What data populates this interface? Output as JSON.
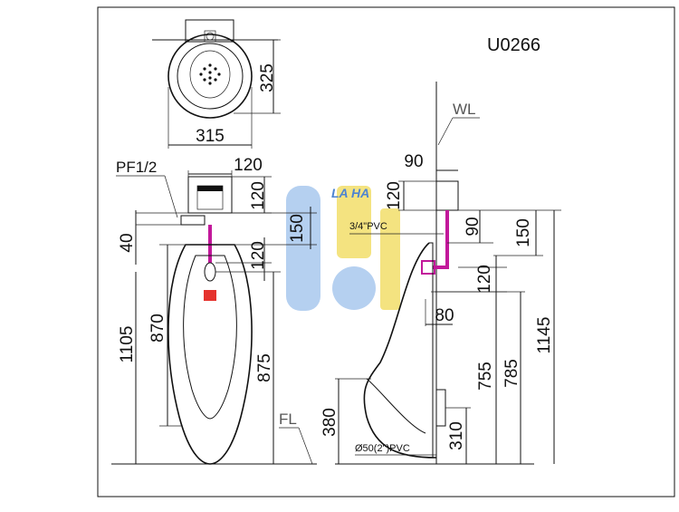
{
  "drawing": {
    "model": "U0266",
    "top_view": {
      "width": "315",
      "depth": "325"
    },
    "front_view": {
      "pipe_thread": "PF1/2",
      "top_width": "120",
      "valve_height": "120",
      "valve_offset": "150",
      "spud_height": "120",
      "side_offset": "40",
      "total_height": "1105",
      "bowl_height": "870",
      "outlet_height": "875"
    },
    "side_view": {
      "wall_line": "WL",
      "floor_line": "FL",
      "projection": "90",
      "valve_height": "120",
      "supply_pipe": "3/4\"PVC",
      "supply_offset": "90",
      "upper_offset": "150",
      "spud_height": "120",
      "depth_offset": "80",
      "height_755": "755",
      "height_785": "785",
      "height_1145": "1145",
      "rim_height": "380",
      "drain_height": "310",
      "drain_pipe": "Ø50(2\")PVC"
    },
    "watermark": "LA HA"
  },
  "colors": {
    "line": "#111111",
    "watermark_blue": "#a9c8ee",
    "watermark_yellow": "#f3df6a",
    "pipe_magenta": "#c2189a",
    "flush_red": "#e5322d"
  }
}
